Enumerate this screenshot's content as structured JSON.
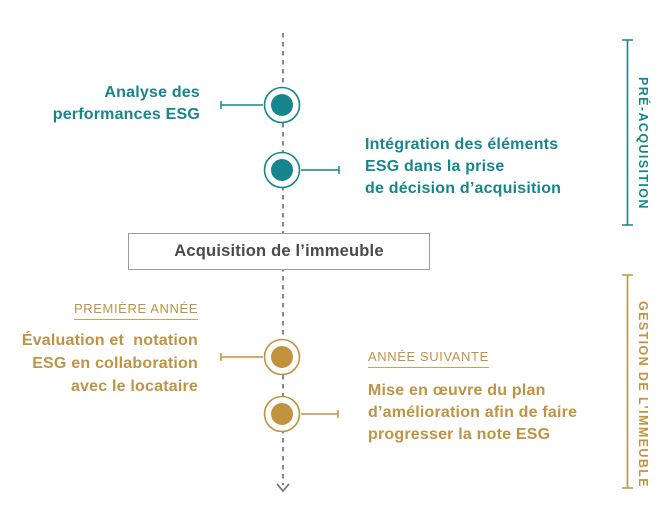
{
  "colors": {
    "teal": "#17868C",
    "gold": "#BF9342",
    "timeline_gray": "#7B7B7B",
    "box_border": "#9B9B9B",
    "box_text": "#4A4A4C"
  },
  "timeline": {
    "milestone_box": "Acquisition de l’immeuble",
    "phases": [
      {
        "section_label": "PRÉ-ACQUISITION",
        "color": "#17868C",
        "steps": [
          {
            "side": "left",
            "text": "Analyse des\nperformances ESG"
          },
          {
            "side": "right",
            "text": "Intégration des éléments\nESG dans la prise\nde décision d’acquisition"
          }
        ]
      },
      {
        "section_label": "GESTION DE L’IMMEUBLE",
        "color": "#BF9342",
        "steps": [
          {
            "side": "left",
            "label": "PREMIÈRE ANNÉE",
            "text": "Évaluation et  notation\nESG en collaboration\navec le locataire"
          },
          {
            "side": "right",
            "label": "ANNÉE SUIVANTE",
            "text": "Mise en œuvre du plan\nd’amélioration afin de faire\nprogresser la note ESG"
          }
        ]
      }
    ]
  },
  "icons": [
    "timeline-dashed-line",
    "arrow-down-icon",
    "milestone-dot-icon",
    "connector-line",
    "phase-bracket"
  ]
}
